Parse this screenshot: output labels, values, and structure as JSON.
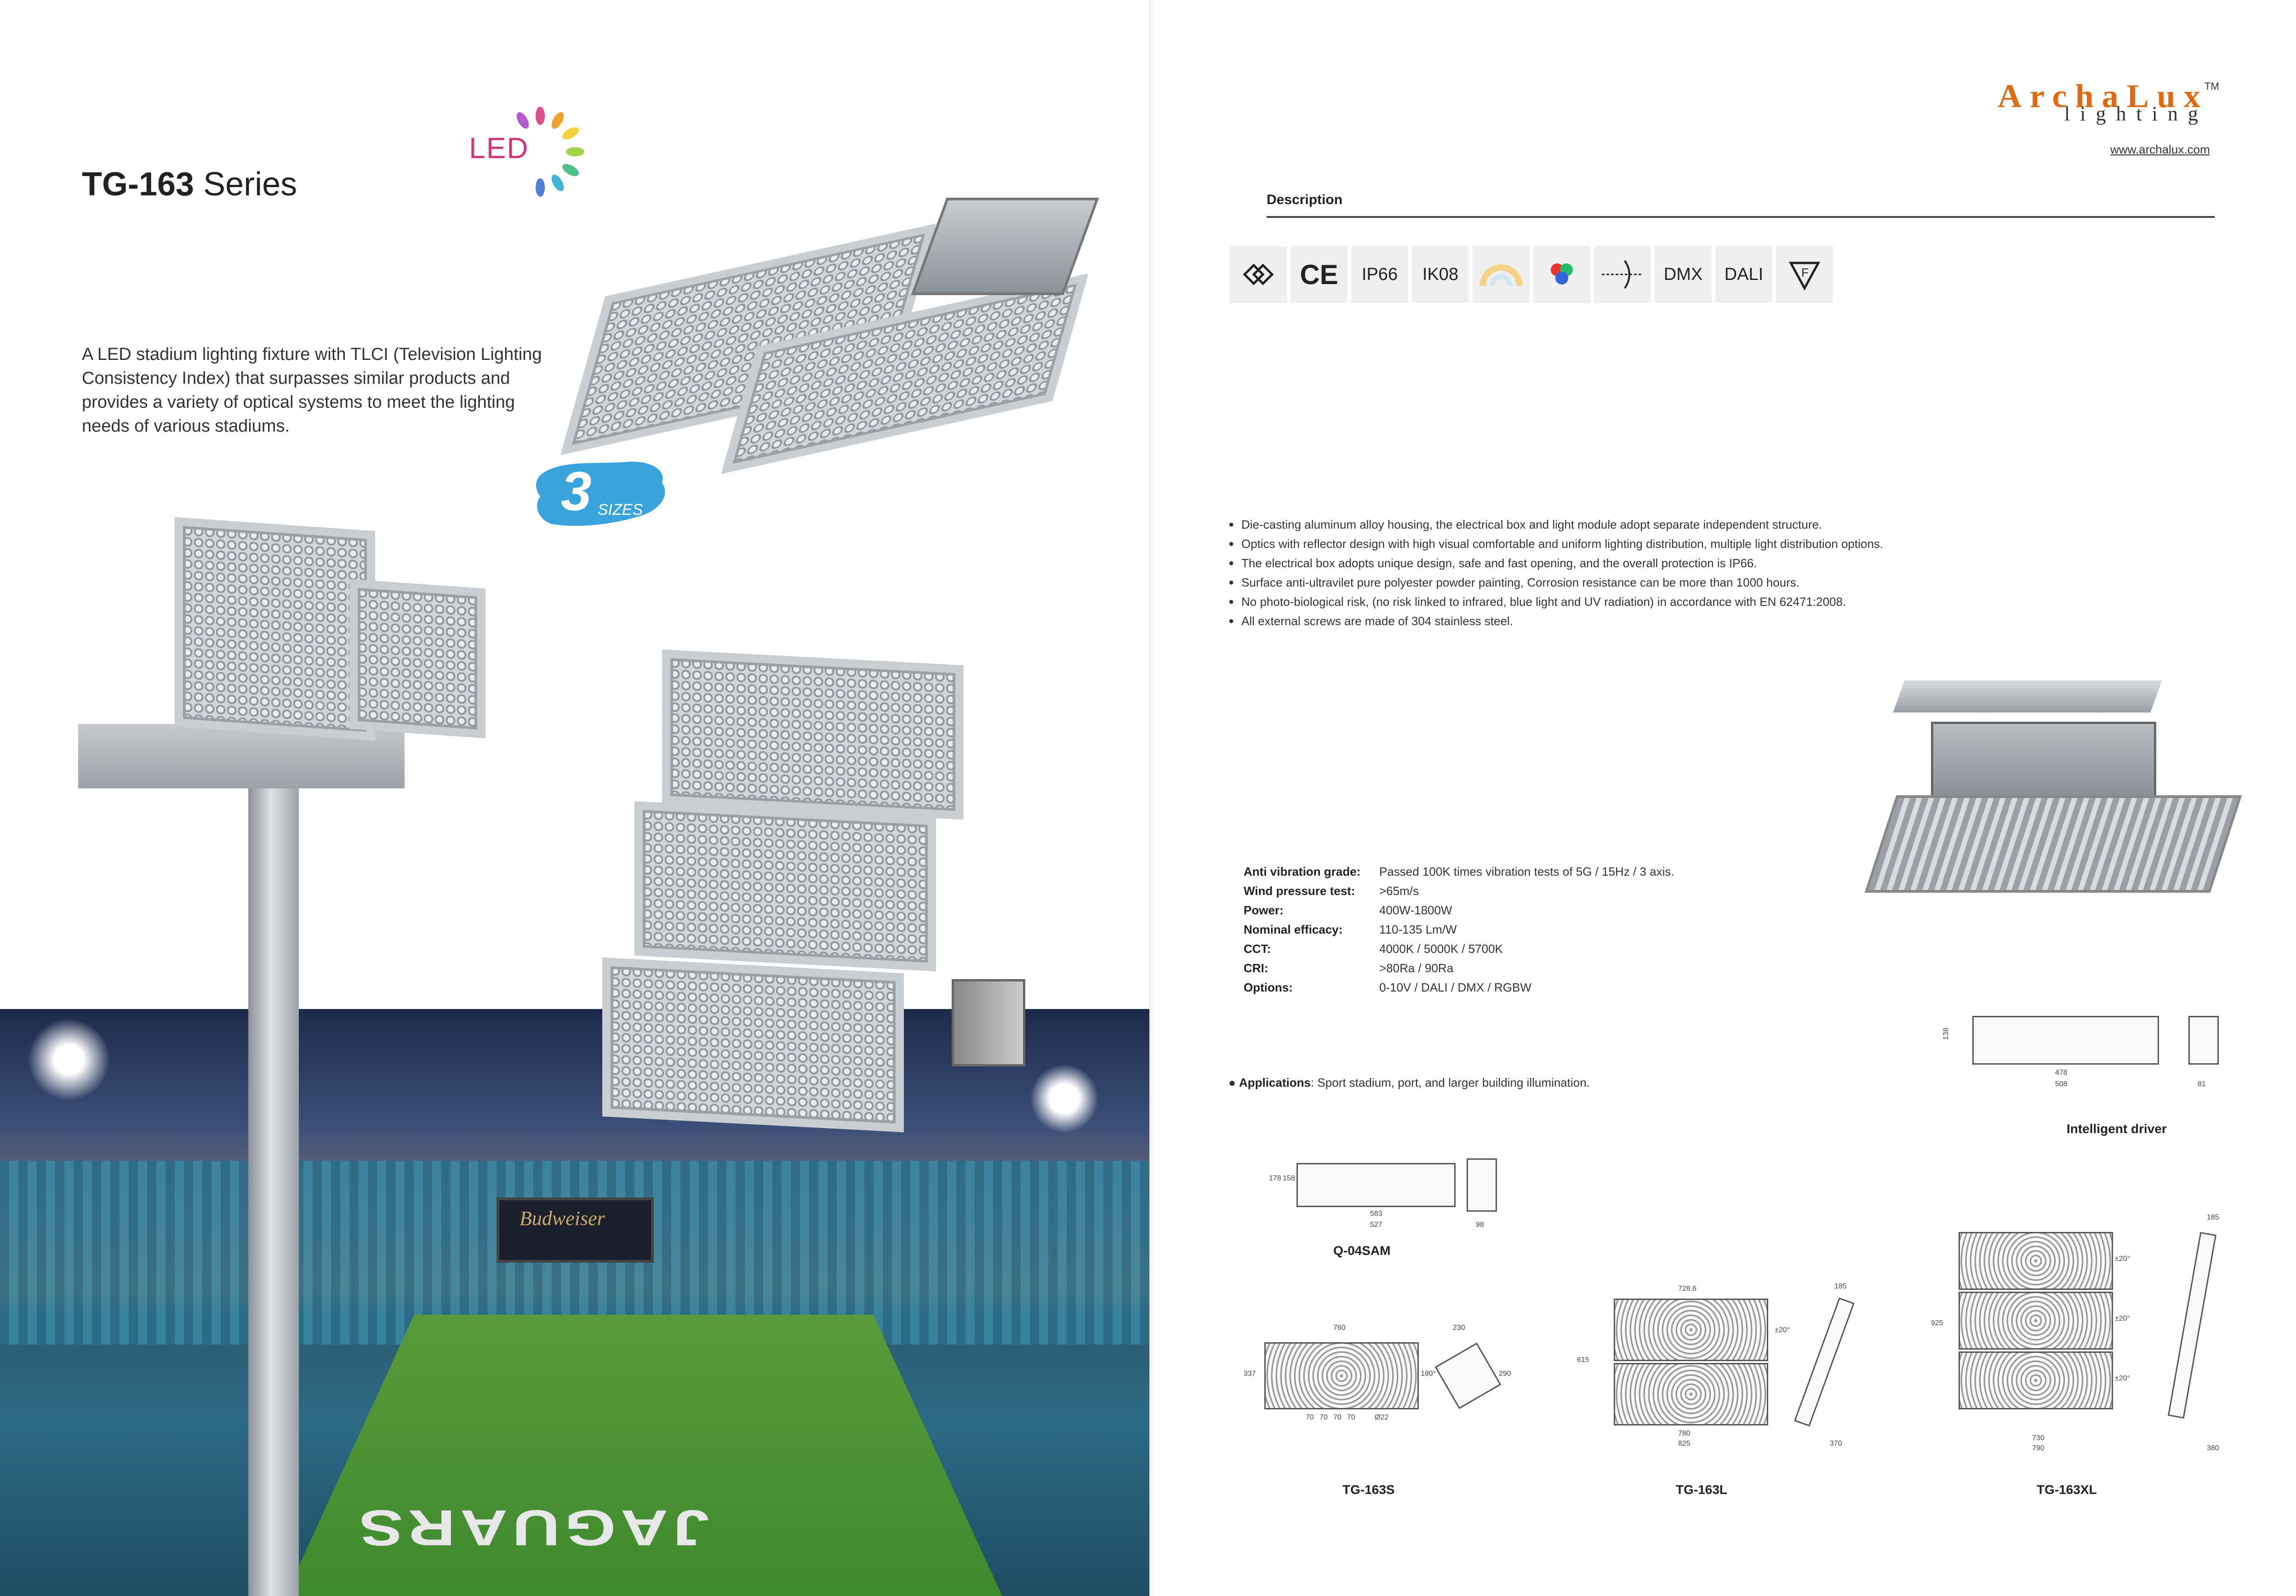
{
  "left": {
    "title_bold": "TG-163",
    "title_rest": " Series",
    "led_badge": "LED",
    "intro": "A LED stadium lighting fixture with TLCI (Television Lighting Consistency Index) that surpasses similar products and provides a variety of optical systems to meet the lighting needs of various stadiums.",
    "sizes_number": "3",
    "sizes_word": "SIZES",
    "stadium_sign": "Budweiser",
    "field_text": "JAGUARS"
  },
  "right": {
    "logo_main": "ArchaLux",
    "logo_sub": "lighting",
    "logo_tm": "TM",
    "website": "www.archalux.com",
    "description_label": "Description",
    "certs": [
      "CE",
      "IP66",
      "IK08",
      "DMX",
      "DALI"
    ],
    "cert_icons": [
      "cbe-icon",
      "ce-mark",
      "ip66",
      "ik08",
      "cct-icon",
      "rgb-icon",
      "beam-icon",
      "dmx",
      "dali",
      "f-mark-icon"
    ],
    "features": [
      "Die-casting aluminum alloy housing, the electrical box and light module adopt separate independent structure.",
      "Optics with reflector design with high visual comfortable and uniform lighting distribution, multiple light distribution options.",
      "The electrical box adopts unique design, safe and fast opening, and the overall protection is IP66.",
      "Surface anti-ultravilet pure polyester powder painting, Corrosion resistance can be more than 1000 hours.",
      "No photo-biological risk, (no risk linked to infrared, blue light and UV radiation) in accordance with EN 62471:2008.",
      "All external screws are made of 304 stainless steel."
    ],
    "specs": [
      {
        "k": "Anti vibration grade:",
        "v": "Passed 100K times vibration tests of 5G / 15Hz / 3 axis."
      },
      {
        "k": "Wind pressure test:",
        "v": ">65m/s"
      },
      {
        "k": "Power:",
        "v": "400W-1800W"
      },
      {
        "k": "Nominal efficacy:",
        "v": "110-135 Lm/W"
      },
      {
        "k": "CCT:",
        "v": "4000K / 5000K / 5700K"
      },
      {
        "k": "CRI:",
        "v": ">80Ra / 90Ra"
      },
      {
        "k": "Options:",
        "v": "0-10V / DALI / DMX / RGBW"
      }
    ],
    "applications_label": "Applications",
    "applications_text": ": Sport stadium, port, and larger building illumination.",
    "intelligent_driver": "Intelligent driver",
    "driver_dims": {
      "h": "138",
      "w1": "478",
      "w2": "508",
      "d": "81"
    },
    "q04_label": "Q-04SAM",
    "q04_dims": {
      "h1": "178",
      "h2": "158",
      "w1": "583",
      "w2": "527",
      "d": "98"
    },
    "s_label": "TG-163S",
    "s_dims": {
      "w": "760",
      "d": "230",
      "h": "337",
      "h2": "290",
      "angle": "180°",
      "bolts": [
        "70",
        "70",
        "70",
        "70"
      ],
      "hole": "Ø22"
    },
    "l_label": "TG-163L",
    "l_dims": {
      "w": "728.6",
      "w2": "780",
      "w3": "825",
      "h": "615",
      "d": "185",
      "d2": "370",
      "angle": "±20°"
    },
    "xl_label": "TG-163XL",
    "xl_dims": {
      "w": "730",
      "w2": "790",
      "h": "925",
      "d": "185",
      "d2": "380",
      "angles": [
        "±20°",
        "±20°",
        "±20°"
      ]
    }
  }
}
